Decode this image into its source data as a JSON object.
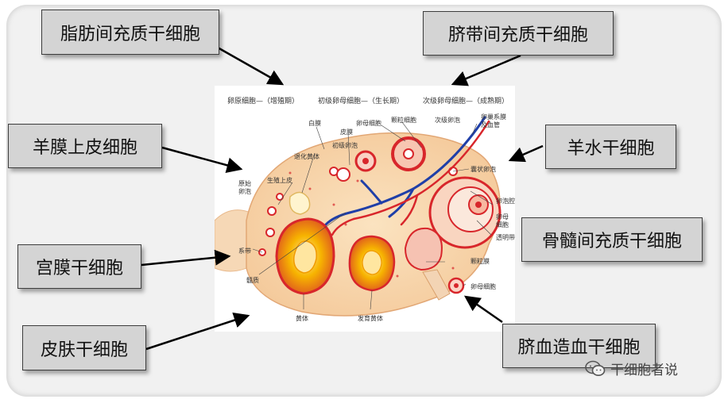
{
  "labels": {
    "adipose": "脂肪间充质干细胞",
    "umbilical_cord": "脐带间充质干细胞",
    "amniotic_epithelial": "羊膜上皮细胞",
    "amniotic_fluid": "羊水干细胞",
    "endometrial": "宫膜干细胞",
    "bone_marrow": "骨髓间充质干细胞",
    "skin": "皮肤干细胞",
    "cord_blood": "脐血造血干细胞"
  },
  "figure": {
    "headers": [
      "卵原细胞—（增殖期）",
      "初级卵母细胞—（生长期）",
      "次级卵母细胞—（成熟期）"
    ],
    "annotations": {
      "baimo": "白膜",
      "pimo": "皮膜",
      "luanmu_xibao": "卵母细胞",
      "keli_xibao": "颗粒细胞",
      "cijiluanpao": "次级卵泡",
      "luanchao_ximo": "卵巢系膜",
      "ji_xueguan": "及血管",
      "tuihua_huangti": "退化黄体",
      "chuji_luanpao": "初级卵泡",
      "yuanshi": "原始",
      "luanpao": "卵泡",
      "shengzhi_shangpi": "生殖上皮",
      "nangzhuang_luanpao": "囊状卵泡",
      "luanpao_qiang": "卵泡腔",
      "luanmu": "卵母",
      "xibao": "细胞",
      "touming_dai": "透明带",
      "ximo": "系带",
      "keli_mo": "颗粒膜",
      "suizhi": "髓质",
      "huangti": "黄体",
      "fayu_huangti": "发育黄体",
      "luanmu_xibao_bottom": "卵母细胞"
    }
  },
  "watermark": {
    "text": "干细胞者说",
    "icon": "wechat-icon"
  },
  "colors": {
    "box_fill": "#d4d4d4",
    "box_border": "#3d3d3d",
    "arrow": "#000000",
    "follicle_red": "#d8262b",
    "corpus_luteum_orange": "#f5a300",
    "vessel_blue": "#1f3fa8"
  }
}
